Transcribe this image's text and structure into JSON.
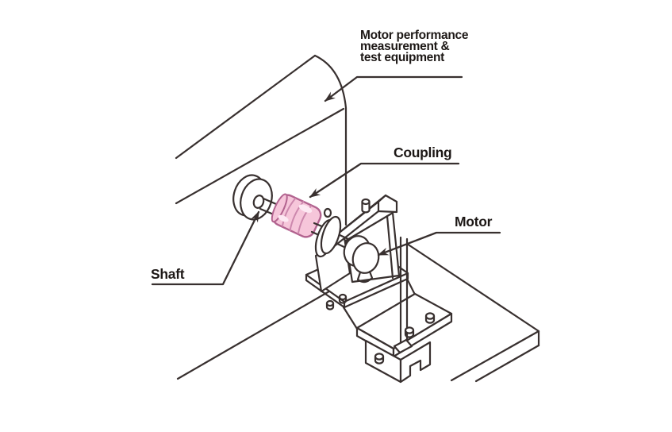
{
  "figure": {
    "type": "technical-illustration",
    "description": "Isometric line drawing of a motor on a test stand connected by a shaft and coupling to motor performance measurement and test equipment",
    "colors": {
      "background": "#ffffff",
      "line": "#38302f",
      "text": "#1d1816",
      "coupling_fill": "#f6c6da",
      "coupling_stroke": "#b2638f",
      "coupling_groove": "#cc87ad",
      "coupling_highlight": "#fde9f3"
    },
    "labels": {
      "equipment": {
        "lines": [
          "Motor performance",
          "measurement &",
          "test equipment"
        ]
      },
      "coupling": {
        "text": "Coupling"
      },
      "motor": {
        "text": "Motor"
      },
      "shaft": {
        "text": "Shaft"
      }
    }
  }
}
